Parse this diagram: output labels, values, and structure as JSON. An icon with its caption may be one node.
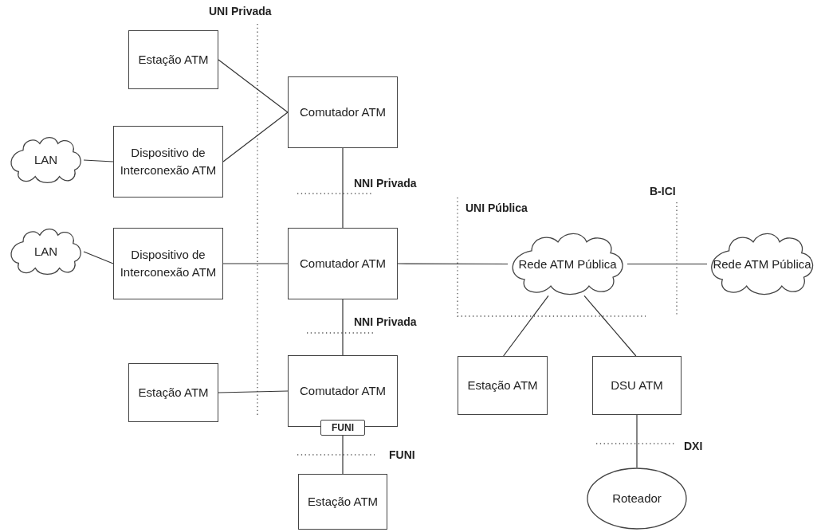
{
  "diagram": {
    "nodes": [
      {
        "text": [
          "Estação ATM"
        ]
      },
      {
        "text": [
          "LAN"
        ]
      },
      {
        "text": [
          "Dispositivo de Interconexão ATM"
        ]
      },
      {
        "text": [
          "Comutador ATM"
        ]
      },
      {
        "text": [
          "LAN"
        ]
      },
      {
        "text": [
          "Dispositivo de Interconexão ATM"
        ]
      },
      {
        "text": [
          "Comutador ATM"
        ]
      },
      {
        "text": [
          "Rede ATM Pública"
        ]
      },
      {
        "text": [
          "Rede ATM Pública"
        ]
      },
      {
        "text": [
          "Estação ATM"
        ]
      },
      {
        "text": [
          "Comutador ATM"
        ]
      },
      {
        "text": [
          "FUNI"
        ]
      },
      {
        "text": [
          "Estação ATM"
        ]
      },
      {
        "text": [
          "Estação ATM"
        ]
      },
      {
        "text": [
          "DSU ATM"
        ]
      },
      {
        "text": [
          "Roteador"
        ]
      }
    ],
    "edges": [
      {
        "from": 0,
        "to": 3,
        "arrow": "none"
      },
      {
        "from": 2,
        "to": 3,
        "arrow": "none"
      },
      {
        "from": 1,
        "to": 2,
        "arrow": "none"
      },
      {
        "from": 3,
        "to": 6,
        "arrow": "none"
      },
      {
        "from": 4,
        "to": 5,
        "arrow": "none"
      },
      {
        "from": 5,
        "to": 6,
        "arrow": "none"
      },
      {
        "from": 6,
        "to": 7,
        "arrow": "none"
      },
      {
        "from": 7,
        "to": 8,
        "arrow": "none"
      },
      {
        "from": 6,
        "to": 10,
        "arrow": "none"
      },
      {
        "from": 9,
        "to": 10,
        "arrow": "none"
      },
      {
        "from": 11,
        "to": 12,
        "arrow": "none"
      },
      {
        "from": 7,
        "to": 13,
        "arrow": "none"
      },
      {
        "from": 7,
        "to": 14,
        "arrow": "none"
      },
      {
        "from": 14,
        "to": 15,
        "arrow": "none"
      }
    ],
    "labels": [
      "UNI Privada",
      "NNI Privada",
      "B-ICI",
      "UNI Pública",
      "NNI Privada",
      "DXI",
      "FUNI"
    ]
  }
}
